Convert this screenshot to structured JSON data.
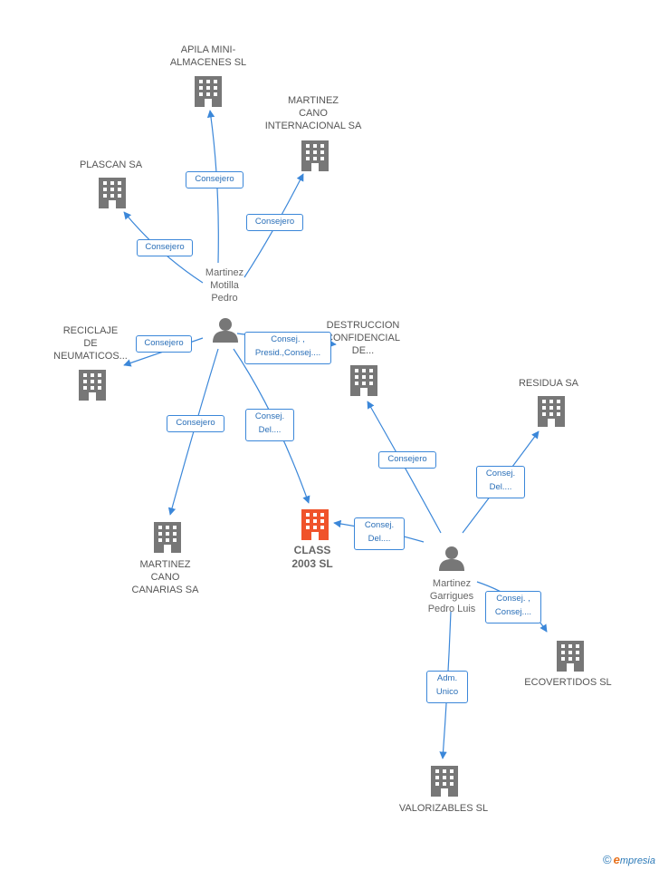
{
  "companies": [
    {
      "id": "apila",
      "label": "APILA MINI-\nALMACENES SL",
      "main": false
    },
    {
      "id": "martinez_cano_int",
      "label": "MARTINEZ\nCANO\nINTERNACIONAL SA",
      "main": false
    },
    {
      "id": "plascan",
      "label": "PLASCAN SA",
      "main": false
    },
    {
      "id": "reciclaje",
      "label": "RECICLAJE\nDE\nNEUMATICOS...",
      "main": false
    },
    {
      "id": "destruccion",
      "label": "DESTRUCCION\nCONFIDENCIAL\nDE...",
      "main": false
    },
    {
      "id": "residua",
      "label": "RESIDUA SA",
      "main": false
    },
    {
      "id": "martinez_cano_can",
      "label": "MARTINEZ\nCANO\nCANARIAS SA",
      "main": false
    },
    {
      "id": "class",
      "label": "CLASS\n2003 SL",
      "main": true
    },
    {
      "id": "ecovertidos",
      "label": "ECOVERTIDOS SL",
      "main": false
    },
    {
      "id": "valorizables",
      "label": "VALORIZABLES SL",
      "main": false
    }
  ],
  "persons": [
    {
      "id": "pedro",
      "label": "Martinez\nMotilla\nPedro"
    },
    {
      "id": "pedro_luis",
      "label": "Martinez\nGarrigues\nPedro Luis"
    }
  ],
  "edges": [
    {
      "id": "e1",
      "label": "Consejero"
    },
    {
      "id": "e2",
      "label": "Consejero"
    },
    {
      "id": "e3",
      "label": "Consejero"
    },
    {
      "id": "e4",
      "label": "Consejero"
    },
    {
      "id": "e5",
      "label": "Consej. ,\nPresid.,Consej...."
    },
    {
      "id": "e6",
      "label": "Consejero"
    },
    {
      "id": "e7",
      "label": "Consej.\nDel...."
    },
    {
      "id": "e8",
      "label": "Consejero"
    },
    {
      "id": "e9",
      "label": "Consej.\nDel...."
    },
    {
      "id": "e10",
      "label": "Consej.\nDel...."
    },
    {
      "id": "e11",
      "label": "Consej. ,\nConsej...."
    },
    {
      "id": "e12",
      "label": "Adm.\nUnico"
    }
  ],
  "colors": {
    "edge": "#3b87d9",
    "building": "#777777",
    "building_main": "#f0532b",
    "person": "#777777"
  },
  "brand": {
    "copyright": "©",
    "initial": "e",
    "rest": "mpresia"
  }
}
